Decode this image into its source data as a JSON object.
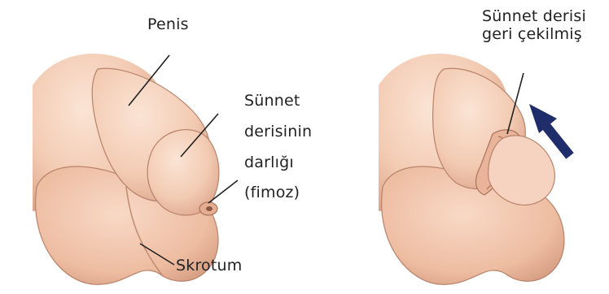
{
  "left_figure": {
    "label_penis": "Penis",
    "label_phimosis_lines": [
      "Sünnet",
      "derisinin",
      "darlığı",
      "(fimoz)"
    ],
    "label_scrotum": "Skrotum"
  },
  "right_figure": {
    "label_retracted_lines": [
      "Sünnet derisi",
      "geri çekilmiş"
    ]
  },
  "colors": {
    "skin": "#f4cdb6",
    "skin_shadow": "#d9a88d",
    "outline": "#8a5a45",
    "leader_line": "#222222",
    "arrow": "#1f2d6b",
    "text": "#222222"
  },
  "icons": {
    "arrow": "arrow-up-left-icon"
  }
}
